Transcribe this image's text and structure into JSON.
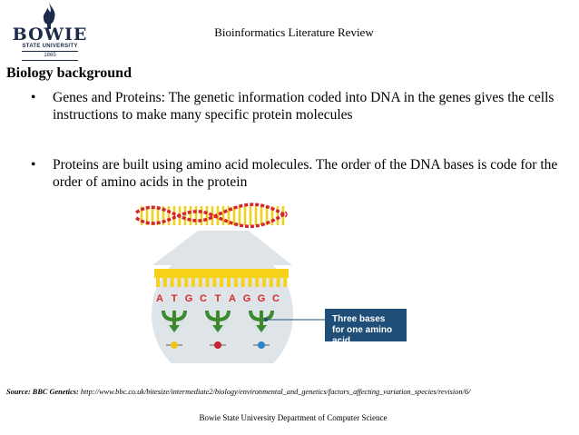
{
  "logo": {
    "wordmark": "BOWIE",
    "subtitle": "STATE UNIVERSITY",
    "year": "1865"
  },
  "header": {
    "title": "Bioinformatics Literature Review"
  },
  "slide": {
    "heading": "Biology background",
    "bullets": [
      {
        "marker": "•",
        "text": "Genes and Proteins: The genetic information coded into DNA in the genes gives the cells instructions to make many specific protein molecules"
      },
      {
        "marker": "•",
        "text": "Proteins are built using amino acid molecules. The order of the DNA bases is code for the order of amino acids in the protein"
      }
    ]
  },
  "figure": {
    "bases": [
      "A",
      "T",
      "G",
      "C",
      "T",
      "A",
      "G",
      "G",
      "C"
    ],
    "callout": "Three bases for one amino acid",
    "colors": {
      "helix_strand": "#d7262b",
      "helix_rungs": "#f3cf16",
      "comb": "#f6d21a",
      "arrows": "#3b8a2e",
      "base_letters": "#d7262b",
      "amino_1": "#f0c419",
      "amino_2": "#c7232e",
      "amino_3": "#2f86c5",
      "callout_bg": "#1f4e78"
    }
  },
  "source": {
    "label": "Source: BBC Genetics:",
    "url": "http://www.bbc.co.uk/bitesize/intermediate2/biology/environmental_and_genetics/factors_affecting_variation_species/revision/6/"
  },
  "footer": {
    "text": "Bowie State University Department of Computer Science"
  }
}
